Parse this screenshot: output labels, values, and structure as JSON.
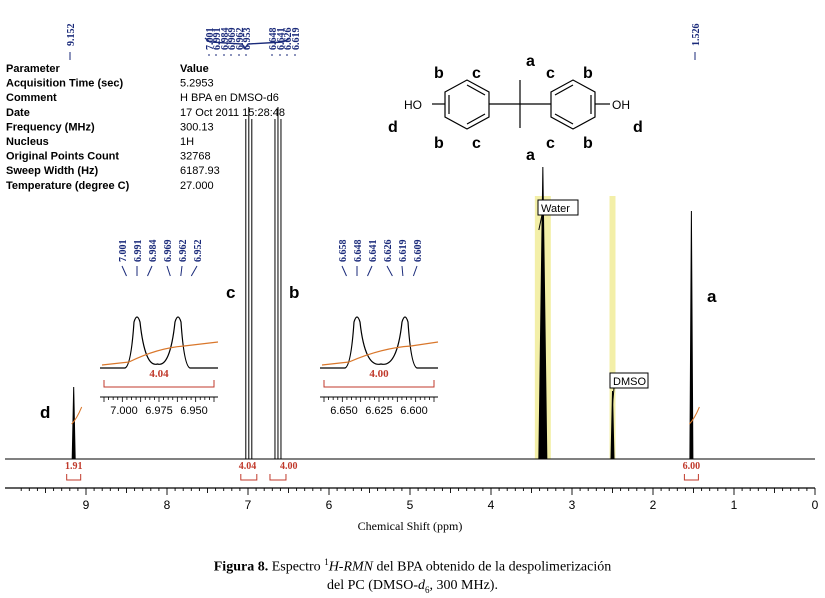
{
  "chart_data": {
    "type": "line",
    "title": "",
    "xlabel": "Chemical Shift (ppm)",
    "ylabel": "",
    "xlim": [
      9.8,
      0
    ],
    "x_reversed": true,
    "xticks": [
      "9",
      "8",
      "7",
      "6",
      "5",
      "4",
      "3",
      "2",
      "1",
      "0"
    ],
    "top_peak_labels": [
      "9.152",
      "7.001",
      "6.991",
      "6.984",
      "6.969",
      "6.962",
      "6.953",
      "6.648",
      "6.641",
      "6.626",
      "6.619",
      "1.526"
    ],
    "peaks": [
      {
        "shift": 9.152,
        "height": 0.18,
        "label": "d",
        "integral": "1.91"
      },
      {
        "shift": 6.99,
        "height": 0.88,
        "label": "c",
        "integral": "4.04"
      },
      {
        "shift": 6.63,
        "height": 0.88,
        "label": "b",
        "integral": "4.00"
      },
      {
        "shift": 3.36,
        "height": 0.73,
        "label": "Water"
      },
      {
        "shift": 2.5,
        "height": 0.17,
        "label": "DMSO"
      },
      {
        "shift": 1.526,
        "height": 0.62,
        "label": "a",
        "integral": "6.00"
      }
    ],
    "highlight_bands": [
      3.36,
      2.5
    ],
    "insets": [
      {
        "peak_labels": [
          "7.001",
          "6.991",
          "6.984",
          "6.969",
          "6.962",
          "6.952"
        ],
        "integral": "4.04",
        "axis_ticks": [
          "7.000",
          "6.975",
          "6.950"
        ]
      },
      {
        "peak_labels": [
          "6.658",
          "6.648",
          "6.641",
          "6.626",
          "6.619",
          "6.609"
        ],
        "integral": "4.00",
        "axis_ticks": [
          "6.650",
          "6.625",
          "6.600"
        ]
      }
    ]
  },
  "parameters": {
    "header": [
      "Parameter",
      "Value"
    ],
    "rows": [
      [
        "Acquisition Time (sec)",
        "5.2953"
      ],
      [
        "Comment",
        "H BPA en DMSO-d6"
      ],
      [
        "Date",
        "17 Oct 2011 15:28:48"
      ],
      [
        "Frequency (MHz)",
        "300.13"
      ],
      [
        "Nucleus",
        "1H"
      ],
      [
        "Original Points Count",
        "32768"
      ],
      [
        "Sweep Width (Hz)",
        "6187.93"
      ],
      [
        "Temperature (degree C)",
        "27.000"
      ]
    ]
  },
  "structure": {
    "left_ho": "HO",
    "right_oh": "OH",
    "labels": [
      "b",
      "c",
      "a",
      "c",
      "b",
      "d",
      "d",
      "b",
      "c",
      "a",
      "c",
      "b"
    ]
  },
  "caption": {
    "bold": "Figura 8.",
    "line1_rest": " Espectro ",
    "sup": "1",
    "line1_italic": "H-RMN",
    "line1_end": " del BPA obtenido de la despolimerización",
    "line2_start": "del PC (DMSO-",
    "line2_italic": "d",
    "line2_sub": "6",
    "line2_end": ", 300 MHz)."
  },
  "colors": {
    "band": "#f3efa8",
    "integral": "#c0392b",
    "integral_curve": "#d9772b",
    "label_blue": "#1a2a7a"
  }
}
